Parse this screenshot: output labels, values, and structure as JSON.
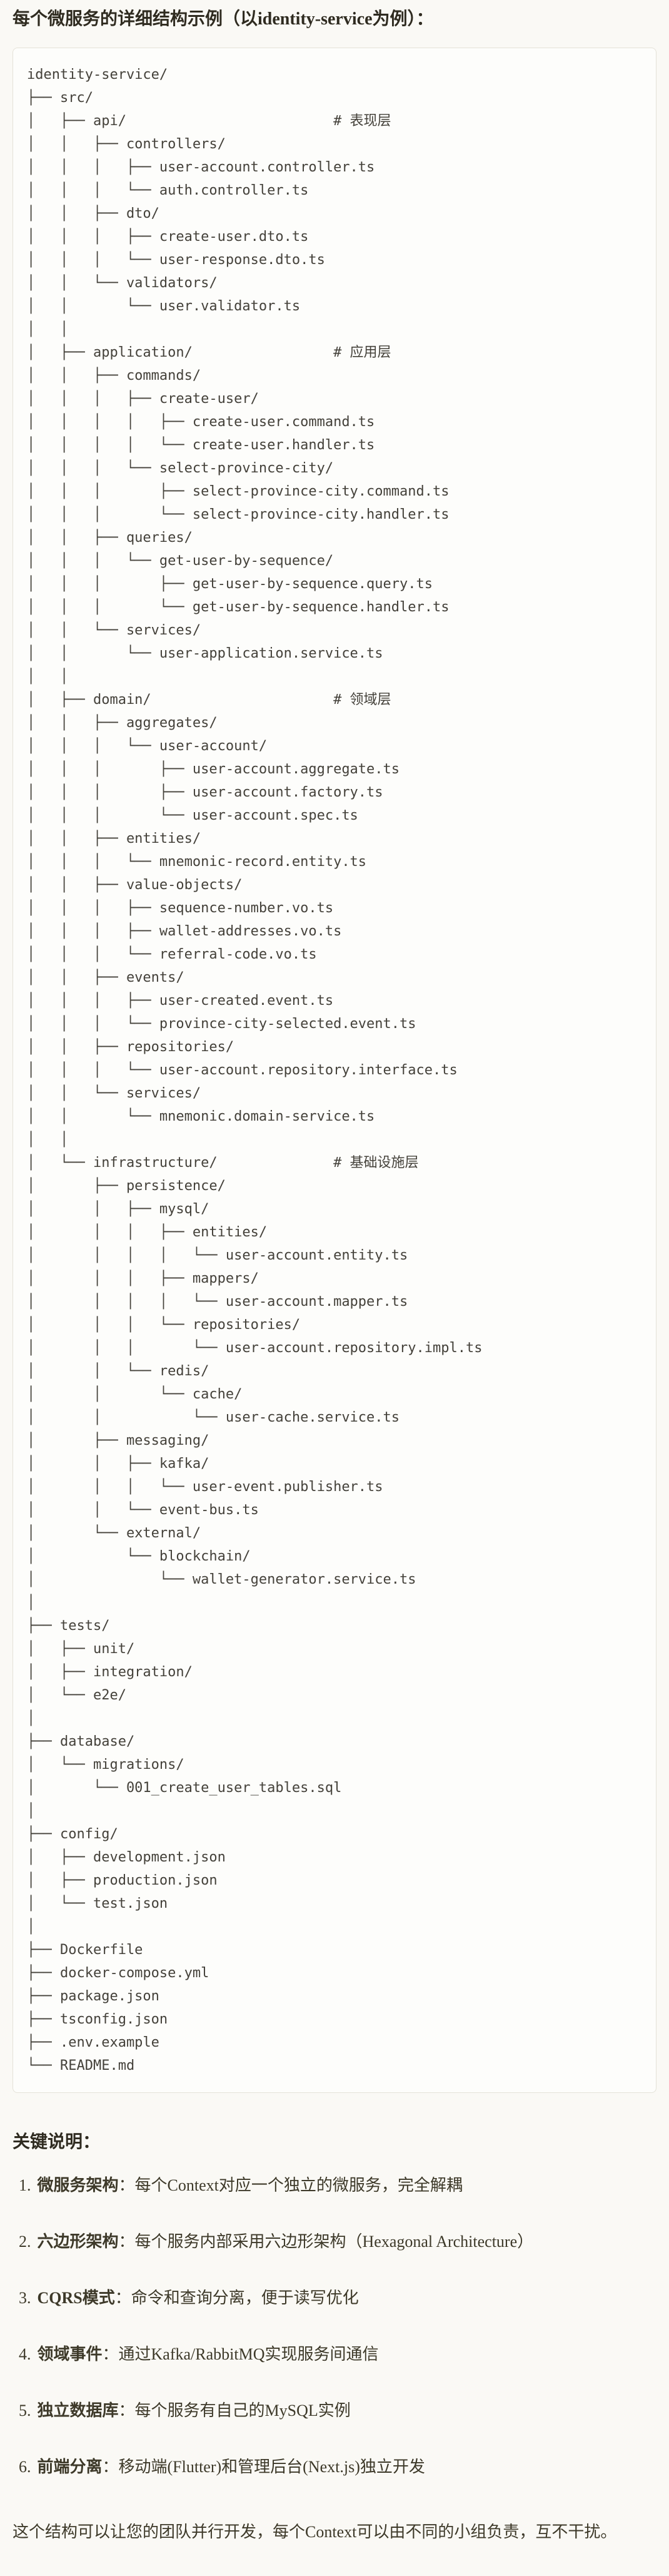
{
  "page": {
    "title": "每个微服务的详细结构示例（以identity-service为例）：",
    "background_color": "#FAF9F5",
    "code_block_background": "#FDFDFB",
    "code_border_color": "#E4E2D8",
    "text_color": "#3D3929"
  },
  "code_block": {
    "lines": [
      "identity-service/",
      "├── src/",
      "│   ├── api/                         # 表现层",
      "│   │   ├── controllers/",
      "│   │   │   ├── user-account.controller.ts",
      "│   │   │   └── auth.controller.ts",
      "│   │   ├── dto/",
      "│   │   │   ├── create-user.dto.ts",
      "│   │   │   └── user-response.dto.ts",
      "│   │   └── validators/",
      "│   │       └── user.validator.ts",
      "│   │",
      "│   ├── application/                 # 应用层",
      "│   │   ├── commands/",
      "│   │   │   ├── create-user/",
      "│   │   │   │   ├── create-user.command.ts",
      "│   │   │   │   └── create-user.handler.ts",
      "│   │   │   └── select-province-city/",
      "│   │   │       ├── select-province-city.command.ts",
      "│   │   │       └── select-province-city.handler.ts",
      "│   │   ├── queries/",
      "│   │   │   └── get-user-by-sequence/",
      "│   │   │       ├── get-user-by-sequence.query.ts",
      "│   │   │       └── get-user-by-sequence.handler.ts",
      "│   │   └── services/",
      "│   │       └── user-application.service.ts",
      "│   │",
      "│   ├── domain/                      # 领域层",
      "│   │   ├── aggregates/",
      "│   │   │   └── user-account/",
      "│   │   │       ├── user-account.aggregate.ts",
      "│   │   │       ├── user-account.factory.ts",
      "│   │   │       └── user-account.spec.ts",
      "│   │   ├── entities/",
      "│   │   │   └── mnemonic-record.entity.ts",
      "│   │   ├── value-objects/",
      "│   │   │   ├── sequence-number.vo.ts",
      "│   │   │   ├── wallet-addresses.vo.ts",
      "│   │   │   └── referral-code.vo.ts",
      "│   │   ├── events/",
      "│   │   │   ├── user-created.event.ts",
      "│   │   │   └── province-city-selected.event.ts",
      "│   │   ├── repositories/",
      "│   │   │   └── user-account.repository.interface.ts",
      "│   │   └── services/",
      "│   │       └── mnemonic.domain-service.ts",
      "│   │",
      "│   └── infrastructure/              # 基础设施层",
      "│       ├── persistence/",
      "│       │   ├── mysql/",
      "│       │   │   ├── entities/",
      "│       │   │   │   └── user-account.entity.ts",
      "│       │   │   ├── mappers/",
      "│       │   │   │   └── user-account.mapper.ts",
      "│       │   │   └── repositories/",
      "│       │   │       └── user-account.repository.impl.ts",
      "│       │   └── redis/",
      "│       │       └── cache/",
      "│       │           └── user-cache.service.ts",
      "│       ├── messaging/",
      "│       │   ├── kafka/",
      "│       │   │   └── user-event.publisher.ts",
      "│       │   └── event-bus.ts",
      "│       └── external/",
      "│           └── blockchain/",
      "│               └── wallet-generator.service.ts",
      "│",
      "├── tests/",
      "│   ├── unit/",
      "│   ├── integration/",
      "│   └── e2e/",
      "│",
      "├── database/",
      "│   └── migrations/",
      "│       └── 001_create_user_tables.sql",
      "│",
      "├── config/",
      "│   ├── development.json",
      "│   ├── production.json",
      "│   └── test.json",
      "│",
      "├── Dockerfile",
      "├── docker-compose.yml",
      "├── package.json",
      "├── tsconfig.json",
      "├── .env.example",
      "└── README.md"
    ]
  },
  "notes": {
    "heading": "关键说明：",
    "items": [
      {
        "num": "1.",
        "term": "微服务架构",
        "rest": "：每个Context对应一个独立的微服务，完全解耦"
      },
      {
        "num": "2.",
        "term": "六边形架构",
        "rest": "：每个服务内部采用六边形架构（Hexagonal Architecture）"
      },
      {
        "num": "3.",
        "term": "CQRS模式",
        "rest": "：命令和查询分离，便于读写优化"
      },
      {
        "num": "4.",
        "term": "领域事件",
        "rest": "：通过Kafka/RabbitMQ实现服务间通信"
      },
      {
        "num": "5.",
        "term": "独立数据库",
        "rest": "：每个服务有自己的MySQL实例"
      },
      {
        "num": "6.",
        "term": "前端分离",
        "rest": "：移动端(Flutter)和管理后台(Next.js)独立开发"
      }
    ],
    "footer": "这个结构可以让您的团队并行开发，每个Context可以由不同的小组负责，互不干扰。"
  }
}
